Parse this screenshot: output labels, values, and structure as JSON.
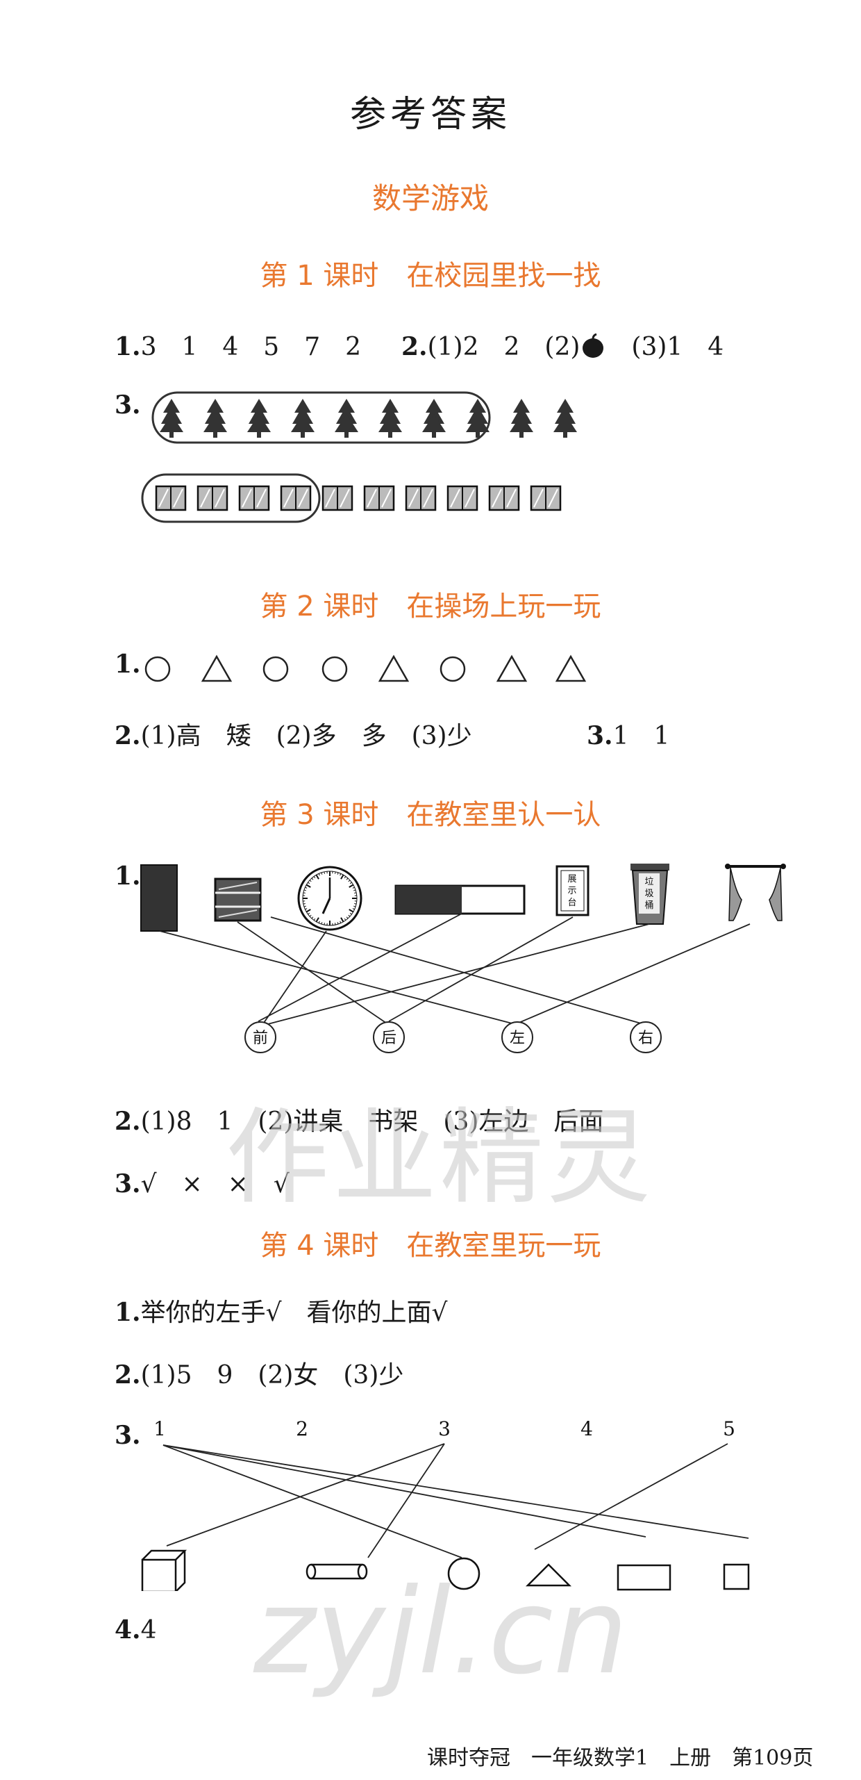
{
  "page": {
    "title": "参考答案",
    "section_title": "数学游戏",
    "footer": "课时夺冠　一年级数学1　上册　第109页",
    "watermark_top": "作业精灵",
    "watermark_bottom": "zyjl.cn"
  },
  "lesson1": {
    "heading": "第 1 课时　在校园里找一找",
    "q1_num": "1.",
    "q1_text": "3　1　4　5　7　2",
    "q2_num": "2.",
    "q2_text": "(1)2　2　(2)",
    "q2_after": "　(3)1　4",
    "q2_icon": "apple-icon",
    "q3_num": "3.",
    "trees_total": 10,
    "trees_circled": 8,
    "boxes_total": 10,
    "boxes_circled": 4
  },
  "lesson2": {
    "heading": "第 2 课时　在操场上玩一玩",
    "q1_num": "1.",
    "q1_shapes": [
      "circle",
      "triangle",
      "circle",
      "circle",
      "triangle",
      "circle",
      "triangle",
      "triangle"
    ],
    "q2_num": "2.",
    "q2_text": "(1)高　矮　(2)多　多　(3)少",
    "q3_num": "3.",
    "q3_text": "1　1"
  },
  "lesson3": {
    "heading": "第 3 课时　在教室里认一认",
    "q1_num": "1.",
    "labels": [
      "前",
      "后",
      "左",
      "右"
    ],
    "exhibit_label": "展示台",
    "trash_label": "垃圾桶",
    "q2_num": "2.",
    "q2_text": "(1)8　1　(2)讲桌　书架　(3)左边　后面",
    "q3_num": "3.",
    "q3_text": "√　×　×　√"
  },
  "lesson4": {
    "heading": "第 4 课时　在教室里玩一玩",
    "q1_num": "1.",
    "q1_text": "举你的左手√　看你的上面√",
    "q2_num": "2.",
    "q2_text": "(1)5　9　(2)女　(3)少",
    "q3_num": "3.",
    "numbers": [
      "1",
      "2",
      "3",
      "4",
      "5"
    ],
    "q4_num": "4.",
    "q4_text": "4"
  }
}
